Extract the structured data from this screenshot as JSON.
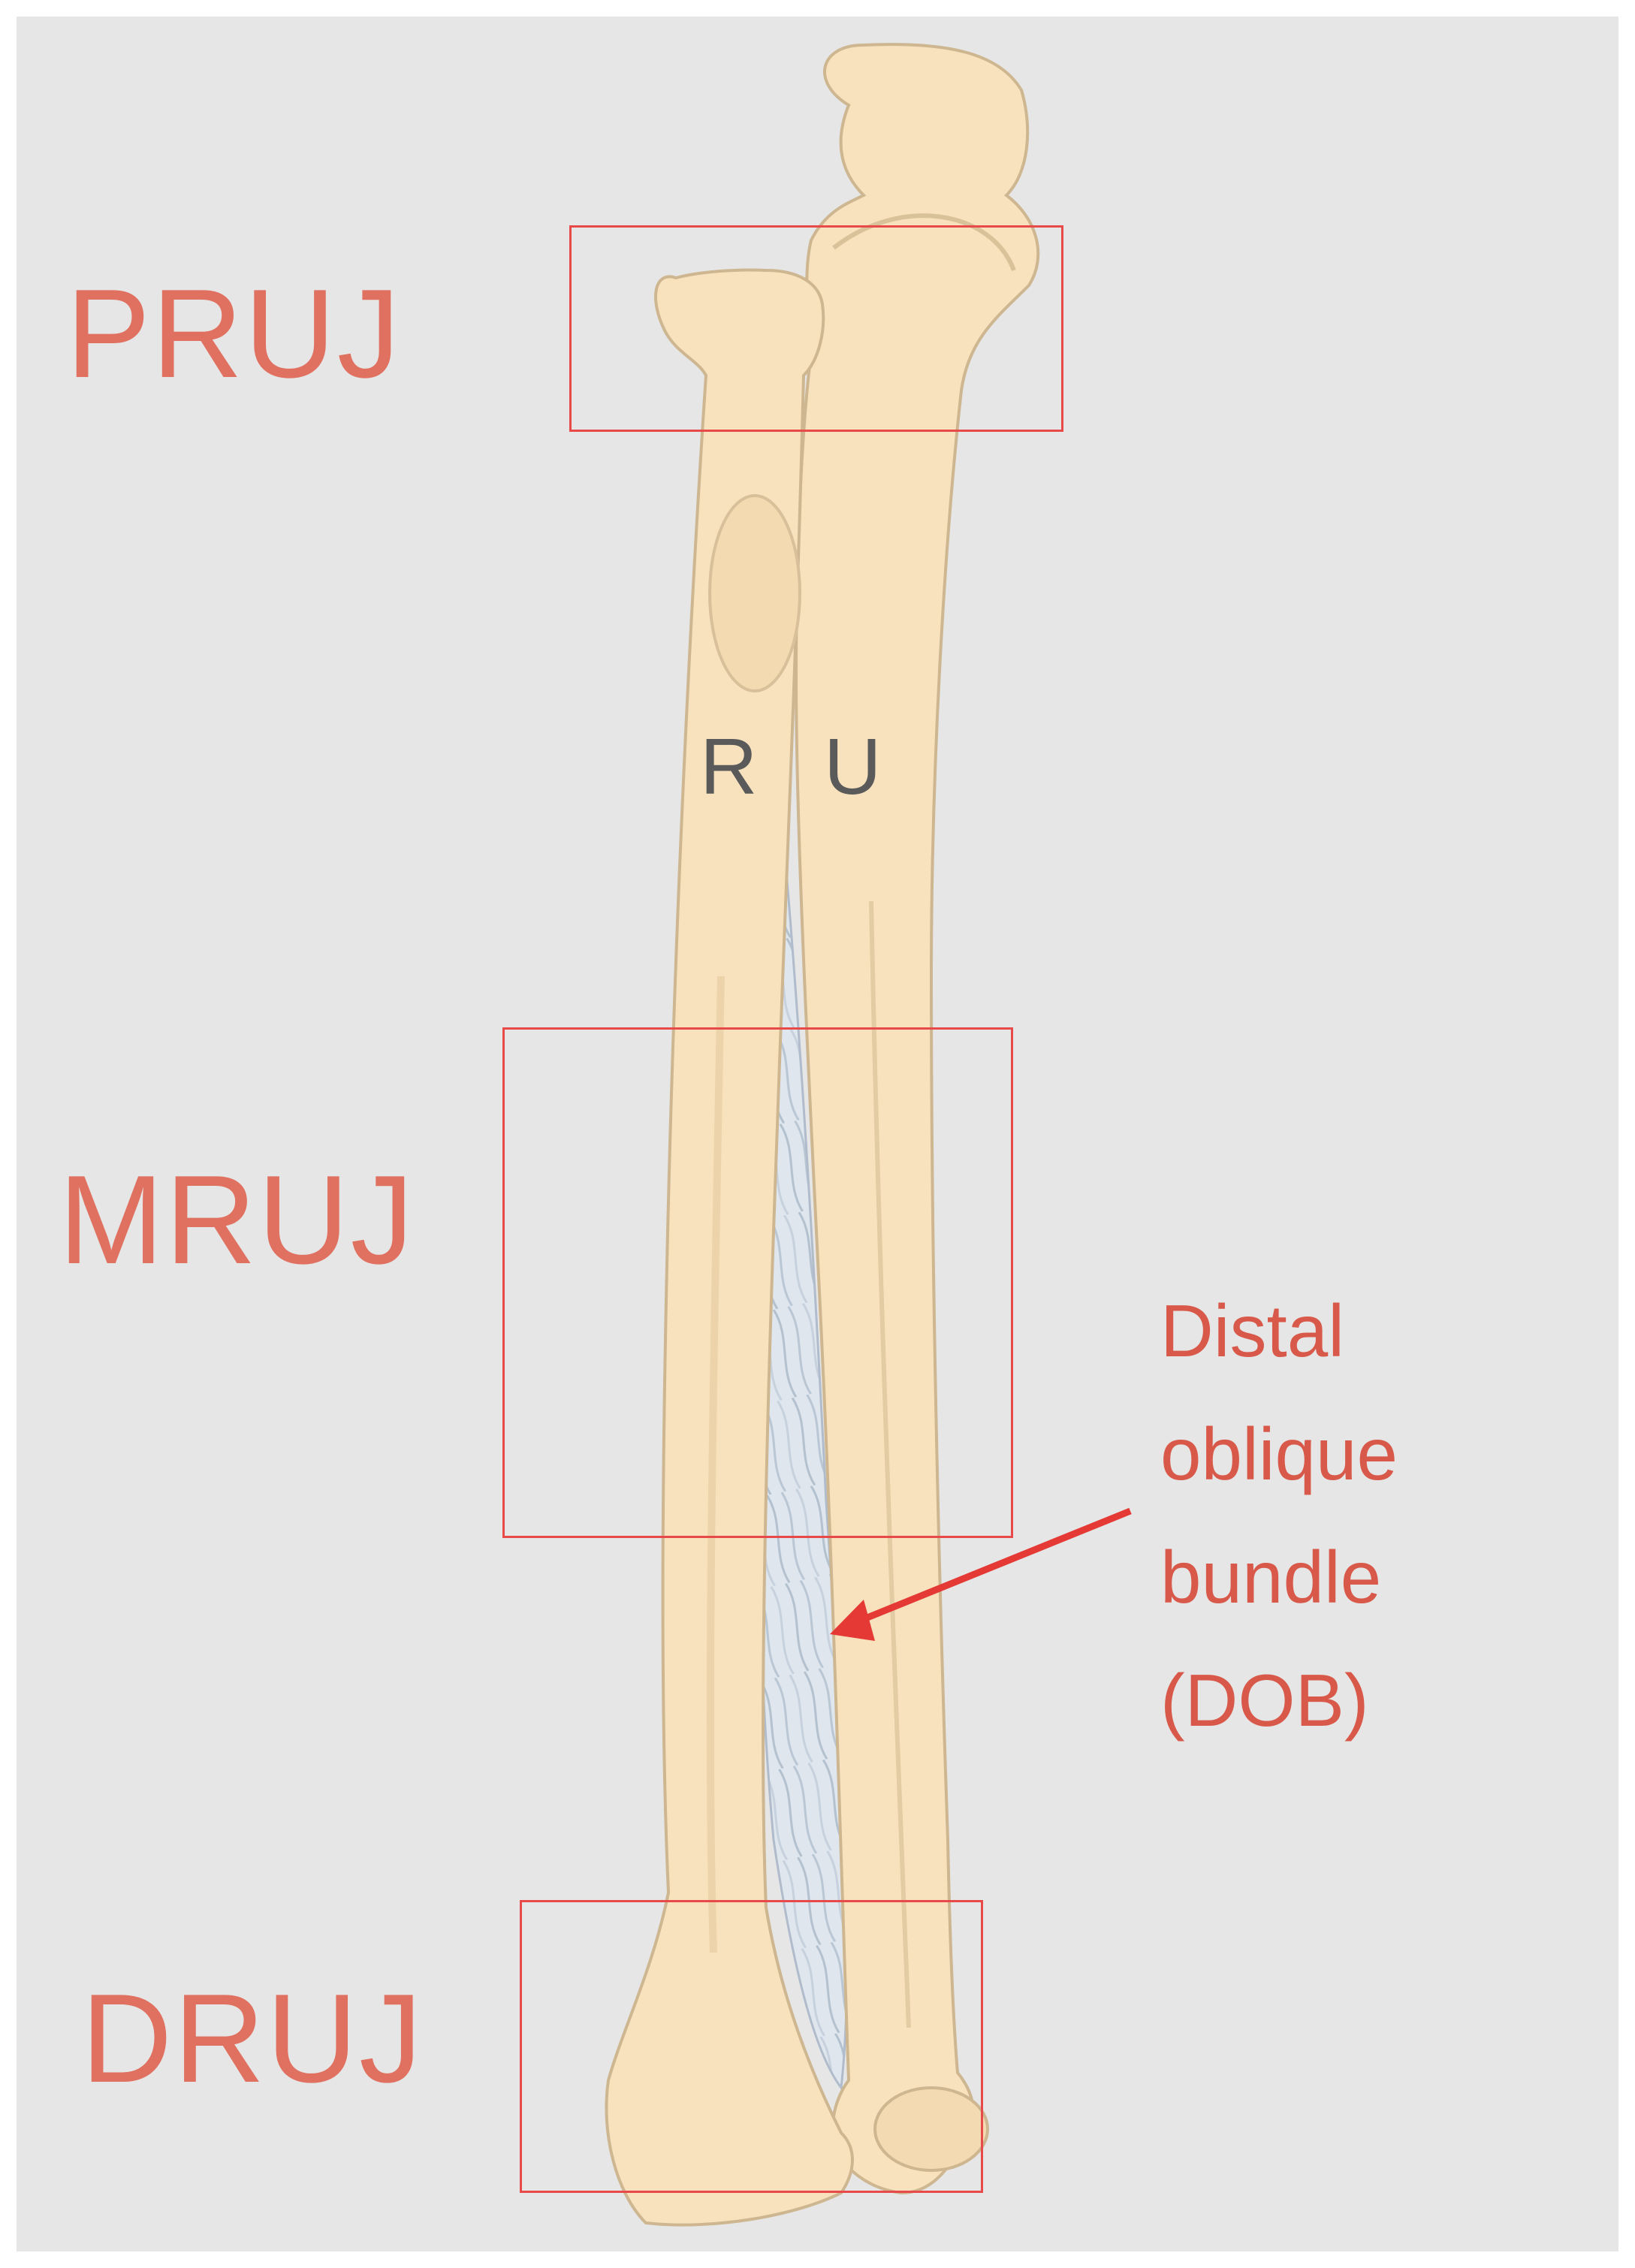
{
  "regions": {
    "pruj": "PRUJ",
    "mruj": "MRUJ",
    "druj": "DRUJ"
  },
  "bones": {
    "radius": "R",
    "ulna": "U"
  },
  "annotation": {
    "line1": "Distal",
    "line2": "oblique",
    "line3": "bundle",
    "line4": "(DOB)"
  },
  "colors": {
    "background": "#e6e6e6",
    "bone": "#f8e2bd",
    "label": "#e07060",
    "box": "#e84a4a",
    "arrow": "#e53935"
  }
}
